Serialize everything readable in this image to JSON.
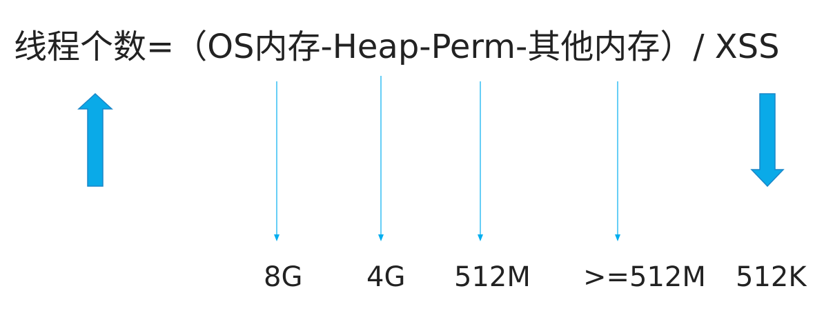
{
  "formula": "线程个数=（OS内存-Heap-Perm-其他内存）/ XSS",
  "values": [
    "8G",
    "4G",
    "512M",
    ">=512M",
    "512K"
  ],
  "colors": {
    "accent": "#00AEEF",
    "arrow_fill": "#0AAAE8",
    "arrow_border": "#1A86C8",
    "text": "#222222"
  }
}
